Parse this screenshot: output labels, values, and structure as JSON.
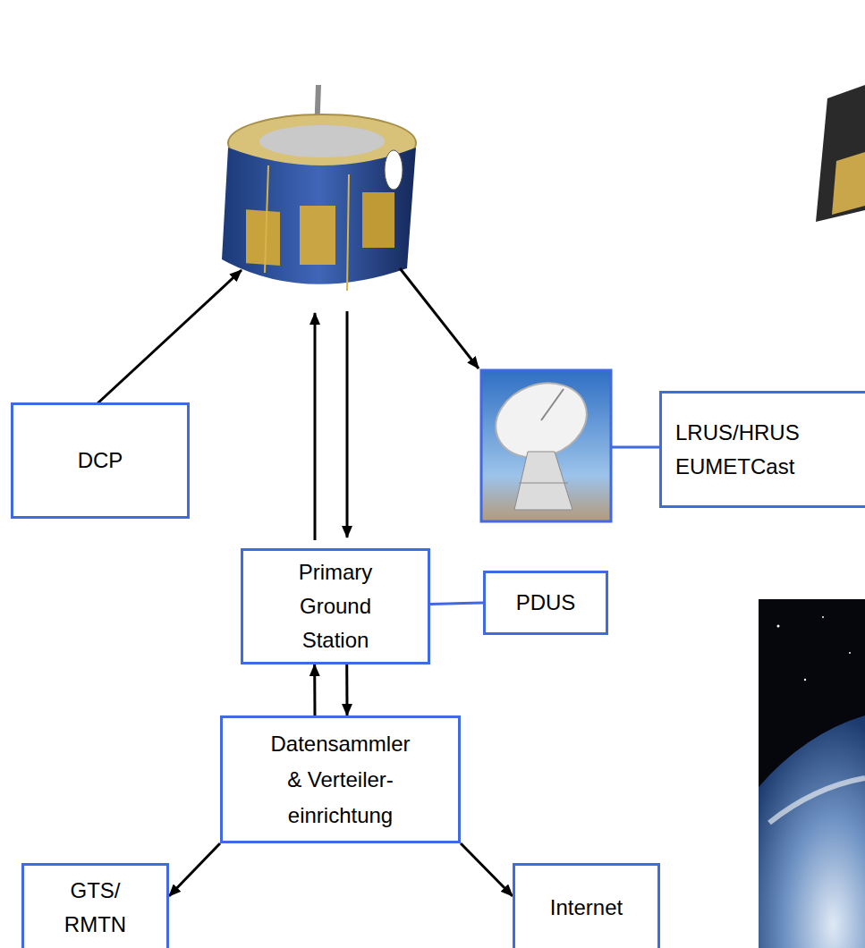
{
  "diagram": {
    "nodes": [
      {
        "text": [
          "DCP"
        ]
      },
      {
        "text": [
          "LRUS/HRUS EUMETCast"
        ]
      },
      {
        "text": [
          "Primary Ground Station"
        ]
      },
      {
        "text": [
          "PDUS"
        ]
      },
      {
        "text": [
          "Datensammler & Verteiler- einrichtung"
        ]
      },
      {
        "text": [
          "GTS/ RMTN"
        ]
      },
      {
        "text": [
          "Internet"
        ]
      }
    ],
    "edges": [
      {
        "from": 2,
        "to": 3,
        "arrow": "none"
      },
      {
        "from": 4,
        "to": 2,
        "arrow": "to"
      },
      {
        "from": 2,
        "to": 4,
        "arrow": "to"
      },
      {
        "from": 4,
        "to": 5,
        "arrow": "to"
      },
      {
        "from": 4,
        "to": 6,
        "arrow": "to"
      }
    ]
  }
}
